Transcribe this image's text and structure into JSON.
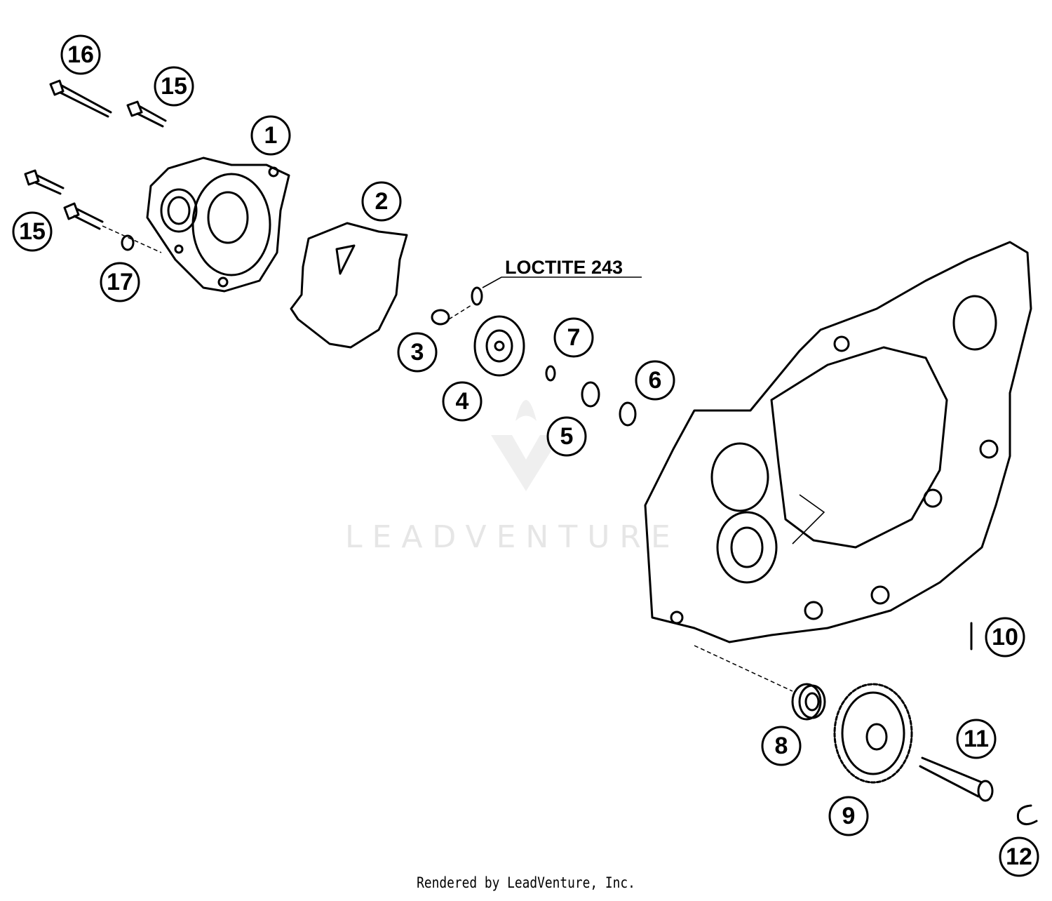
{
  "diagram": {
    "callouts": [
      "16",
      "15",
      "1",
      "15",
      "17",
      "2",
      "3",
      "4",
      "7",
      "6",
      "5",
      "10",
      "8",
      "11",
      "9",
      "12"
    ],
    "note": "LOCTITE 243",
    "watermark": "LEADVENTURE"
  },
  "footer": "Rendered by LeadVenture, Inc."
}
